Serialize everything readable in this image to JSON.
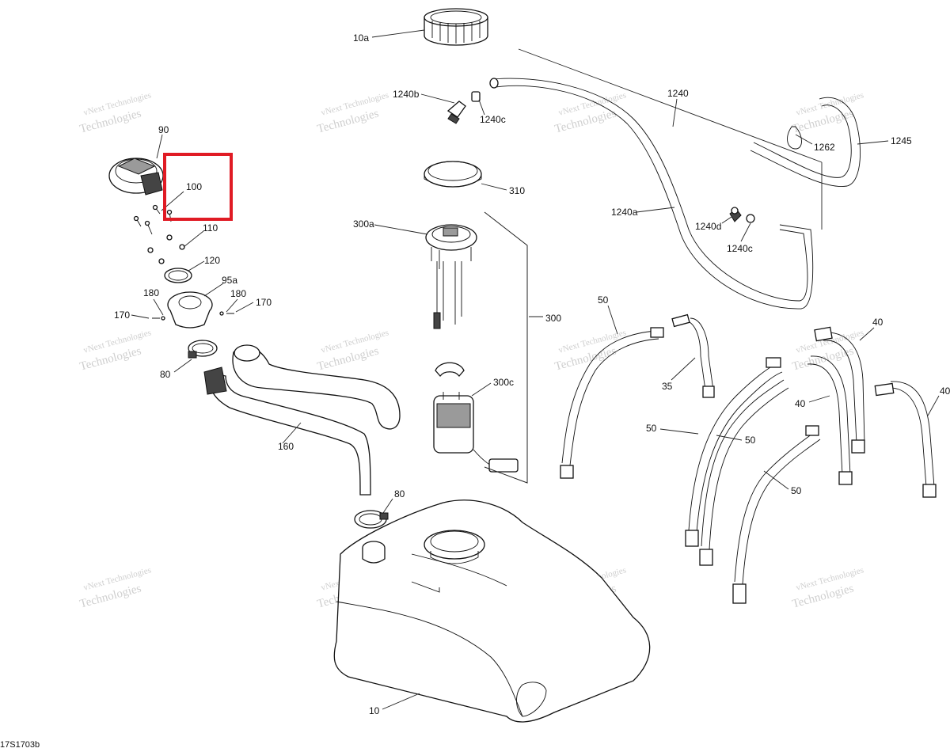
{
  "diagram": {
    "document_code": "17S1703b",
    "watermark": {
      "line1": "vNext",
      "line2": "Technologies",
      "full": "vNext Technologies"
    },
    "highlighted_callout": "100",
    "callouts": {
      "c10a": "10a",
      "c1240b": "1240b",
      "c1240c_top": "1240c",
      "c1240": "1240",
      "c1245": "1245",
      "c1262": "1262",
      "c90": "90",
      "c100": "100",
      "c310": "310",
      "c300a": "300a",
      "c1240a": "1240a",
      "c1240d": "1240d",
      "c1240c_mid": "1240c",
      "c110": "110",
      "c120": "120",
      "c95a": "95a",
      "c180_left": "180",
      "c180_right": "180",
      "c170_left": "170",
      "c170_right": "170",
      "c80_top": "80",
      "c300": "300",
      "c50_a": "50",
      "c40_a": "40",
      "c35": "35",
      "c40_b": "40",
      "c40_c": "40",
      "c300c": "300c",
      "c50_b": "50",
      "c50_c": "50",
      "c160": "160",
      "c50_d": "50",
      "c80_bottom": "80",
      "c10": "10"
    }
  }
}
